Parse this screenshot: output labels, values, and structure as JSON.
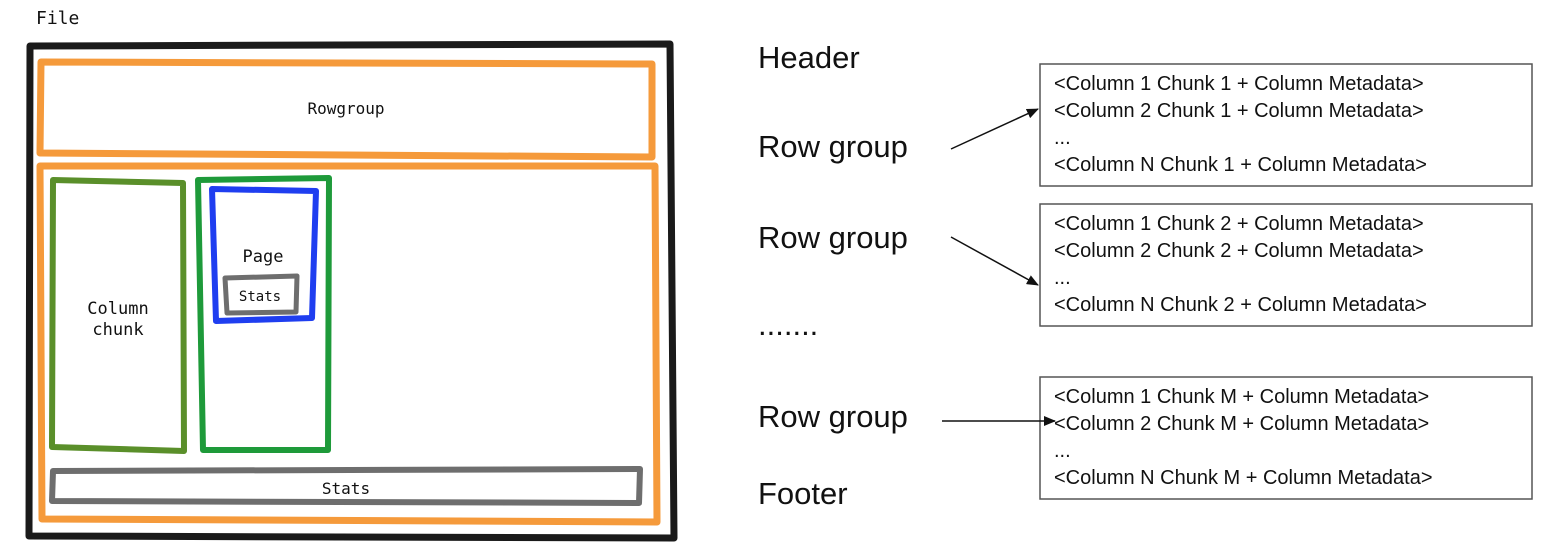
{
  "left": {
    "file_label": "File",
    "rowgroup_label": "Rowgroup",
    "column_chunk_label_line1": "Column",
    "column_chunk_label_line2": "chunk",
    "page_label": "Page",
    "page_stats_label": "Stats",
    "rowgroup_stats_label": "Stats",
    "colors": {
      "file": "#1a1a1a",
      "rowgroup": "#f59a3b",
      "column_chunk_1": "#5a8f2a",
      "column_chunk_2": "#1e9a3a",
      "page": "#1f3ef0",
      "stats": "#6e6e6e"
    }
  },
  "right": {
    "header_label": "Header",
    "rowgroup_label_1": "Row group",
    "rowgroup_label_2": "Row group",
    "ellipsis": ".......",
    "rowgroup_label_3": "Row group",
    "footer_label": "Footer",
    "box1": [
      "<Column 1 Chunk 1 + Column Metadata>",
      "<Column 2 Chunk 1 + Column Metadata>",
      "...",
      "<Column N Chunk 1 + Column Metadata>"
    ],
    "box2": [
      "<Column 1 Chunk 2 + Column Metadata>",
      "<Column 2 Chunk 2 + Column Metadata>",
      "...",
      "<Column N Chunk 2 + Column Metadata>"
    ],
    "box3": [
      "<Column 1 Chunk M + Column Metadata>",
      "<Column 2 Chunk M + Column Metadata>",
      "...",
      "<Column N Chunk M + Column Metadata>"
    ]
  }
}
